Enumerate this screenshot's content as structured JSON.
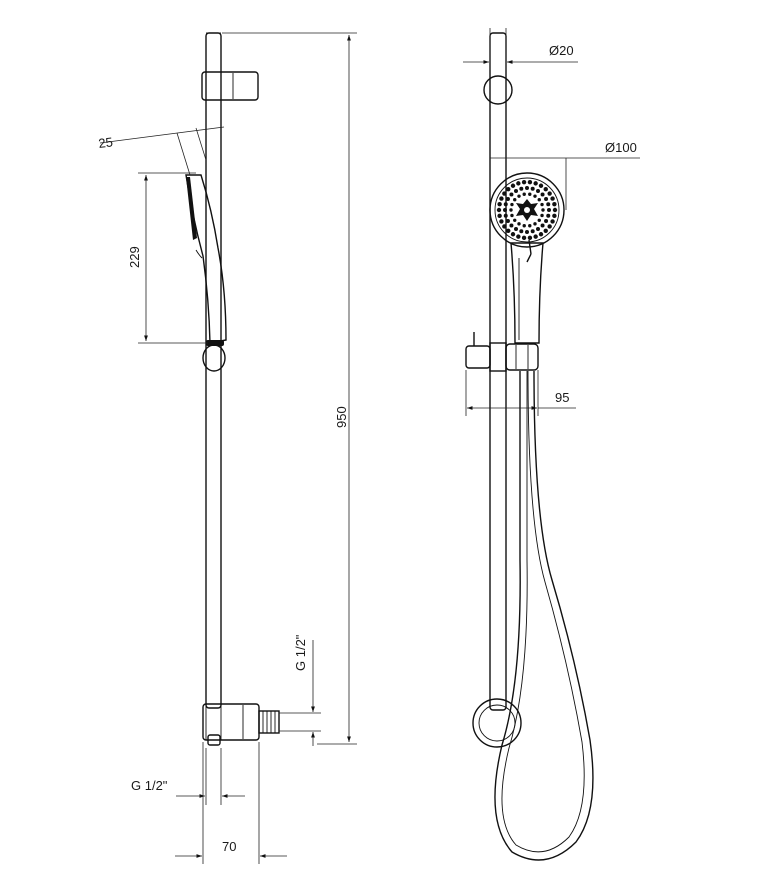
{
  "colors": {
    "line": "#111111",
    "background": "#ffffff"
  },
  "dimensions": {
    "handshower_angle": "25",
    "handshower_length": "229",
    "rail_height": "950",
    "thread_top": "G 1/2\"",
    "thread_bottom": "G 1/2\"",
    "outlet_depth": "70",
    "rail_diameter": "Ø20",
    "head_diameter": "Ø100",
    "holder_projection": "95"
  }
}
